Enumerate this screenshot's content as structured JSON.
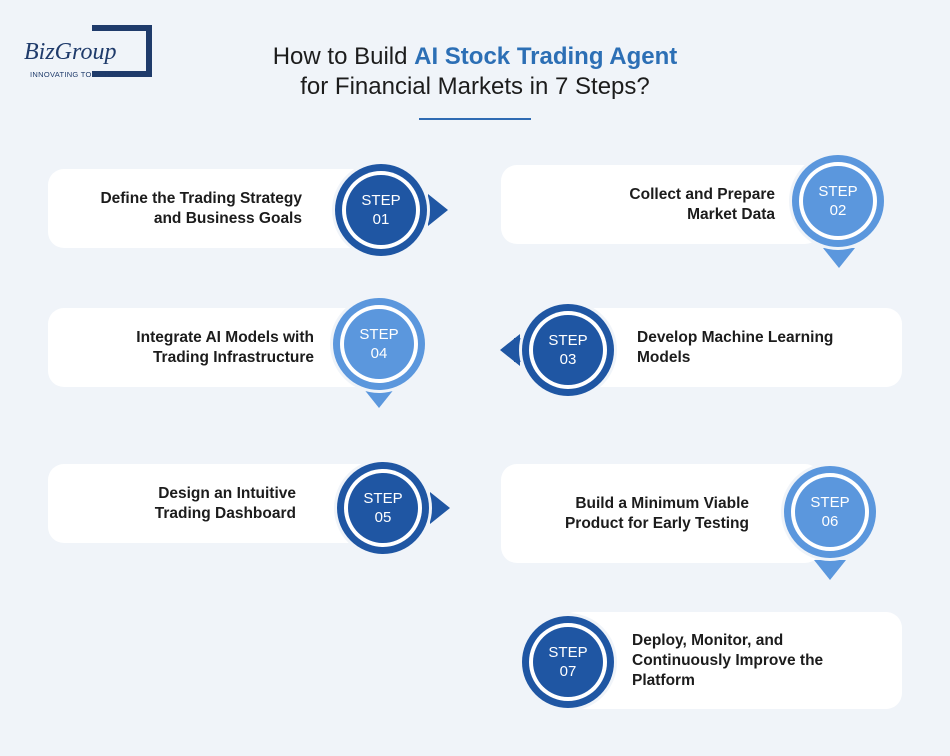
{
  "logo": {
    "name": "BizGroup",
    "tagline": "INNOVATING TOGETHER"
  },
  "title": {
    "part1": "How to Build ",
    "highlight": "AI Stock Trading Agent",
    "line2": "for Financial Markets in 7 Steps?"
  },
  "colors": {
    "dark": "#1f56a3",
    "light": "#5b97dd",
    "title_highlight": "#2c6fb5",
    "background": "#f0f4f9"
  },
  "steps": [
    {
      "label": "STEP",
      "num": "01",
      "text1": "Define the Trading Strategy",
      "text2": "and Business Goals",
      "text3": ""
    },
    {
      "label": "STEP",
      "num": "02",
      "text1": "Collect and Prepare",
      "text2": "Market Data",
      "text3": ""
    },
    {
      "label": "STEP",
      "num": "03",
      "text1": "Develop Machine Learning",
      "text2": "Models",
      "text3": ""
    },
    {
      "label": "STEP",
      "num": "04",
      "text1": "Integrate AI Models with",
      "text2": "Trading Infrastructure",
      "text3": ""
    },
    {
      "label": "STEP",
      "num": "05",
      "text1": "Design an Intuitive",
      "text2": "Trading Dashboard",
      "text3": ""
    },
    {
      "label": "STEP",
      "num": "06",
      "text1": "Build a Minimum Viable",
      "text2": "Product for Early Testing",
      "text3": ""
    },
    {
      "label": "STEP",
      "num": "07",
      "text1": "Deploy, Monitor, and",
      "text2": "Continuously Improve the",
      "text3": "Platform"
    }
  ]
}
